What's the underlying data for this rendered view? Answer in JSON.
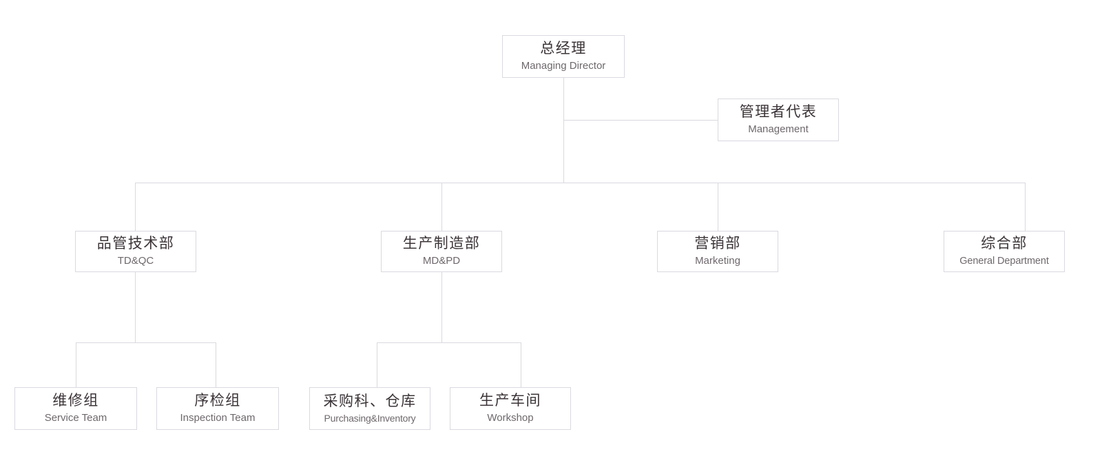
{
  "chart_data": {
    "type": "diagram",
    "title": "Organizational Chart",
    "levels": 4,
    "node_count": 10
  },
  "nodes": {
    "managing_director": {
      "cn": "总经理",
      "en": "Managing Director",
      "level": 1
    },
    "management_rep": {
      "cn": "管理者代表",
      "en": "Management",
      "level": 2
    },
    "td_qc": {
      "cn": "品管技术部",
      "en": "TD&QC",
      "level": 2
    },
    "md_pd": {
      "cn": "生产制造部",
      "en": "MD&PD",
      "level": 2
    },
    "marketing": {
      "cn": "营销部",
      "en": "Marketing",
      "level": 2
    },
    "general_department": {
      "cn": "综合部",
      "en": "General Department",
      "level": 2
    },
    "service_team": {
      "cn": "维修组",
      "en": "Service Team",
      "level": 3
    },
    "inspection_team": {
      "cn": "序检组",
      "en": "Inspection Team",
      "level": 3
    },
    "purchasing_inventory": {
      "cn": "采购科、仓库",
      "en": "Purchasing&Inventory",
      "level": 3
    },
    "workshop": {
      "cn": "生产车间",
      "en": "Workshop",
      "level": 3
    }
  },
  "colors": {
    "box_border": "#d9d9e0",
    "connector": "#d9d9e0",
    "cn_text": "#3b3438",
    "en_text": "#6e686c",
    "background": "#ffffff"
  }
}
